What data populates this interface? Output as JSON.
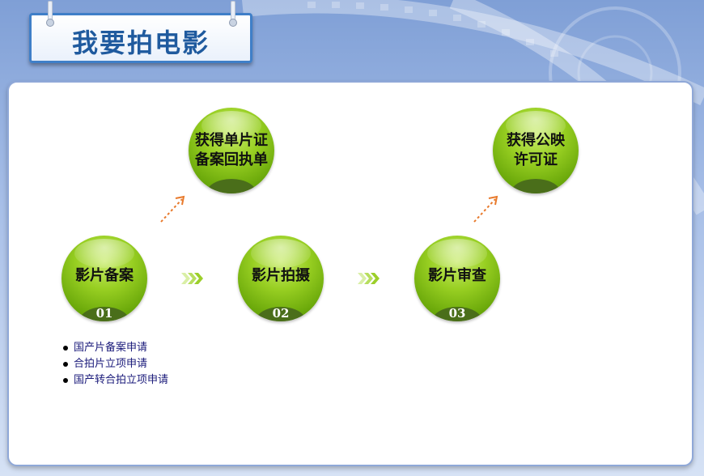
{
  "title": "我要拍电影",
  "steps": [
    {
      "label": "影片备案",
      "number": "01"
    },
    {
      "label": "影片拍摄",
      "number": "02"
    },
    {
      "label": "影片审查",
      "number": "03"
    }
  ],
  "outcomes": [
    {
      "line1": "获得单片证",
      "line2": "备案回执单"
    },
    {
      "line1": "获得公映",
      "line2": "许可证"
    }
  ],
  "requirements": [
    "国产片备案申请",
    "合拍片立项申请",
    "国产转合拍立项申请"
  ],
  "colors": {
    "accent_blue": "#1f5a9e",
    "circle_green": "#7ab417",
    "chevron_green": "#9ccf2a",
    "arrow_orange": "#e87a2c",
    "list_text": "#1a1a7a"
  },
  "icons": [
    "chevron-arrow-icon",
    "diagonal-arrow-icon",
    "bullet-icon"
  ]
}
